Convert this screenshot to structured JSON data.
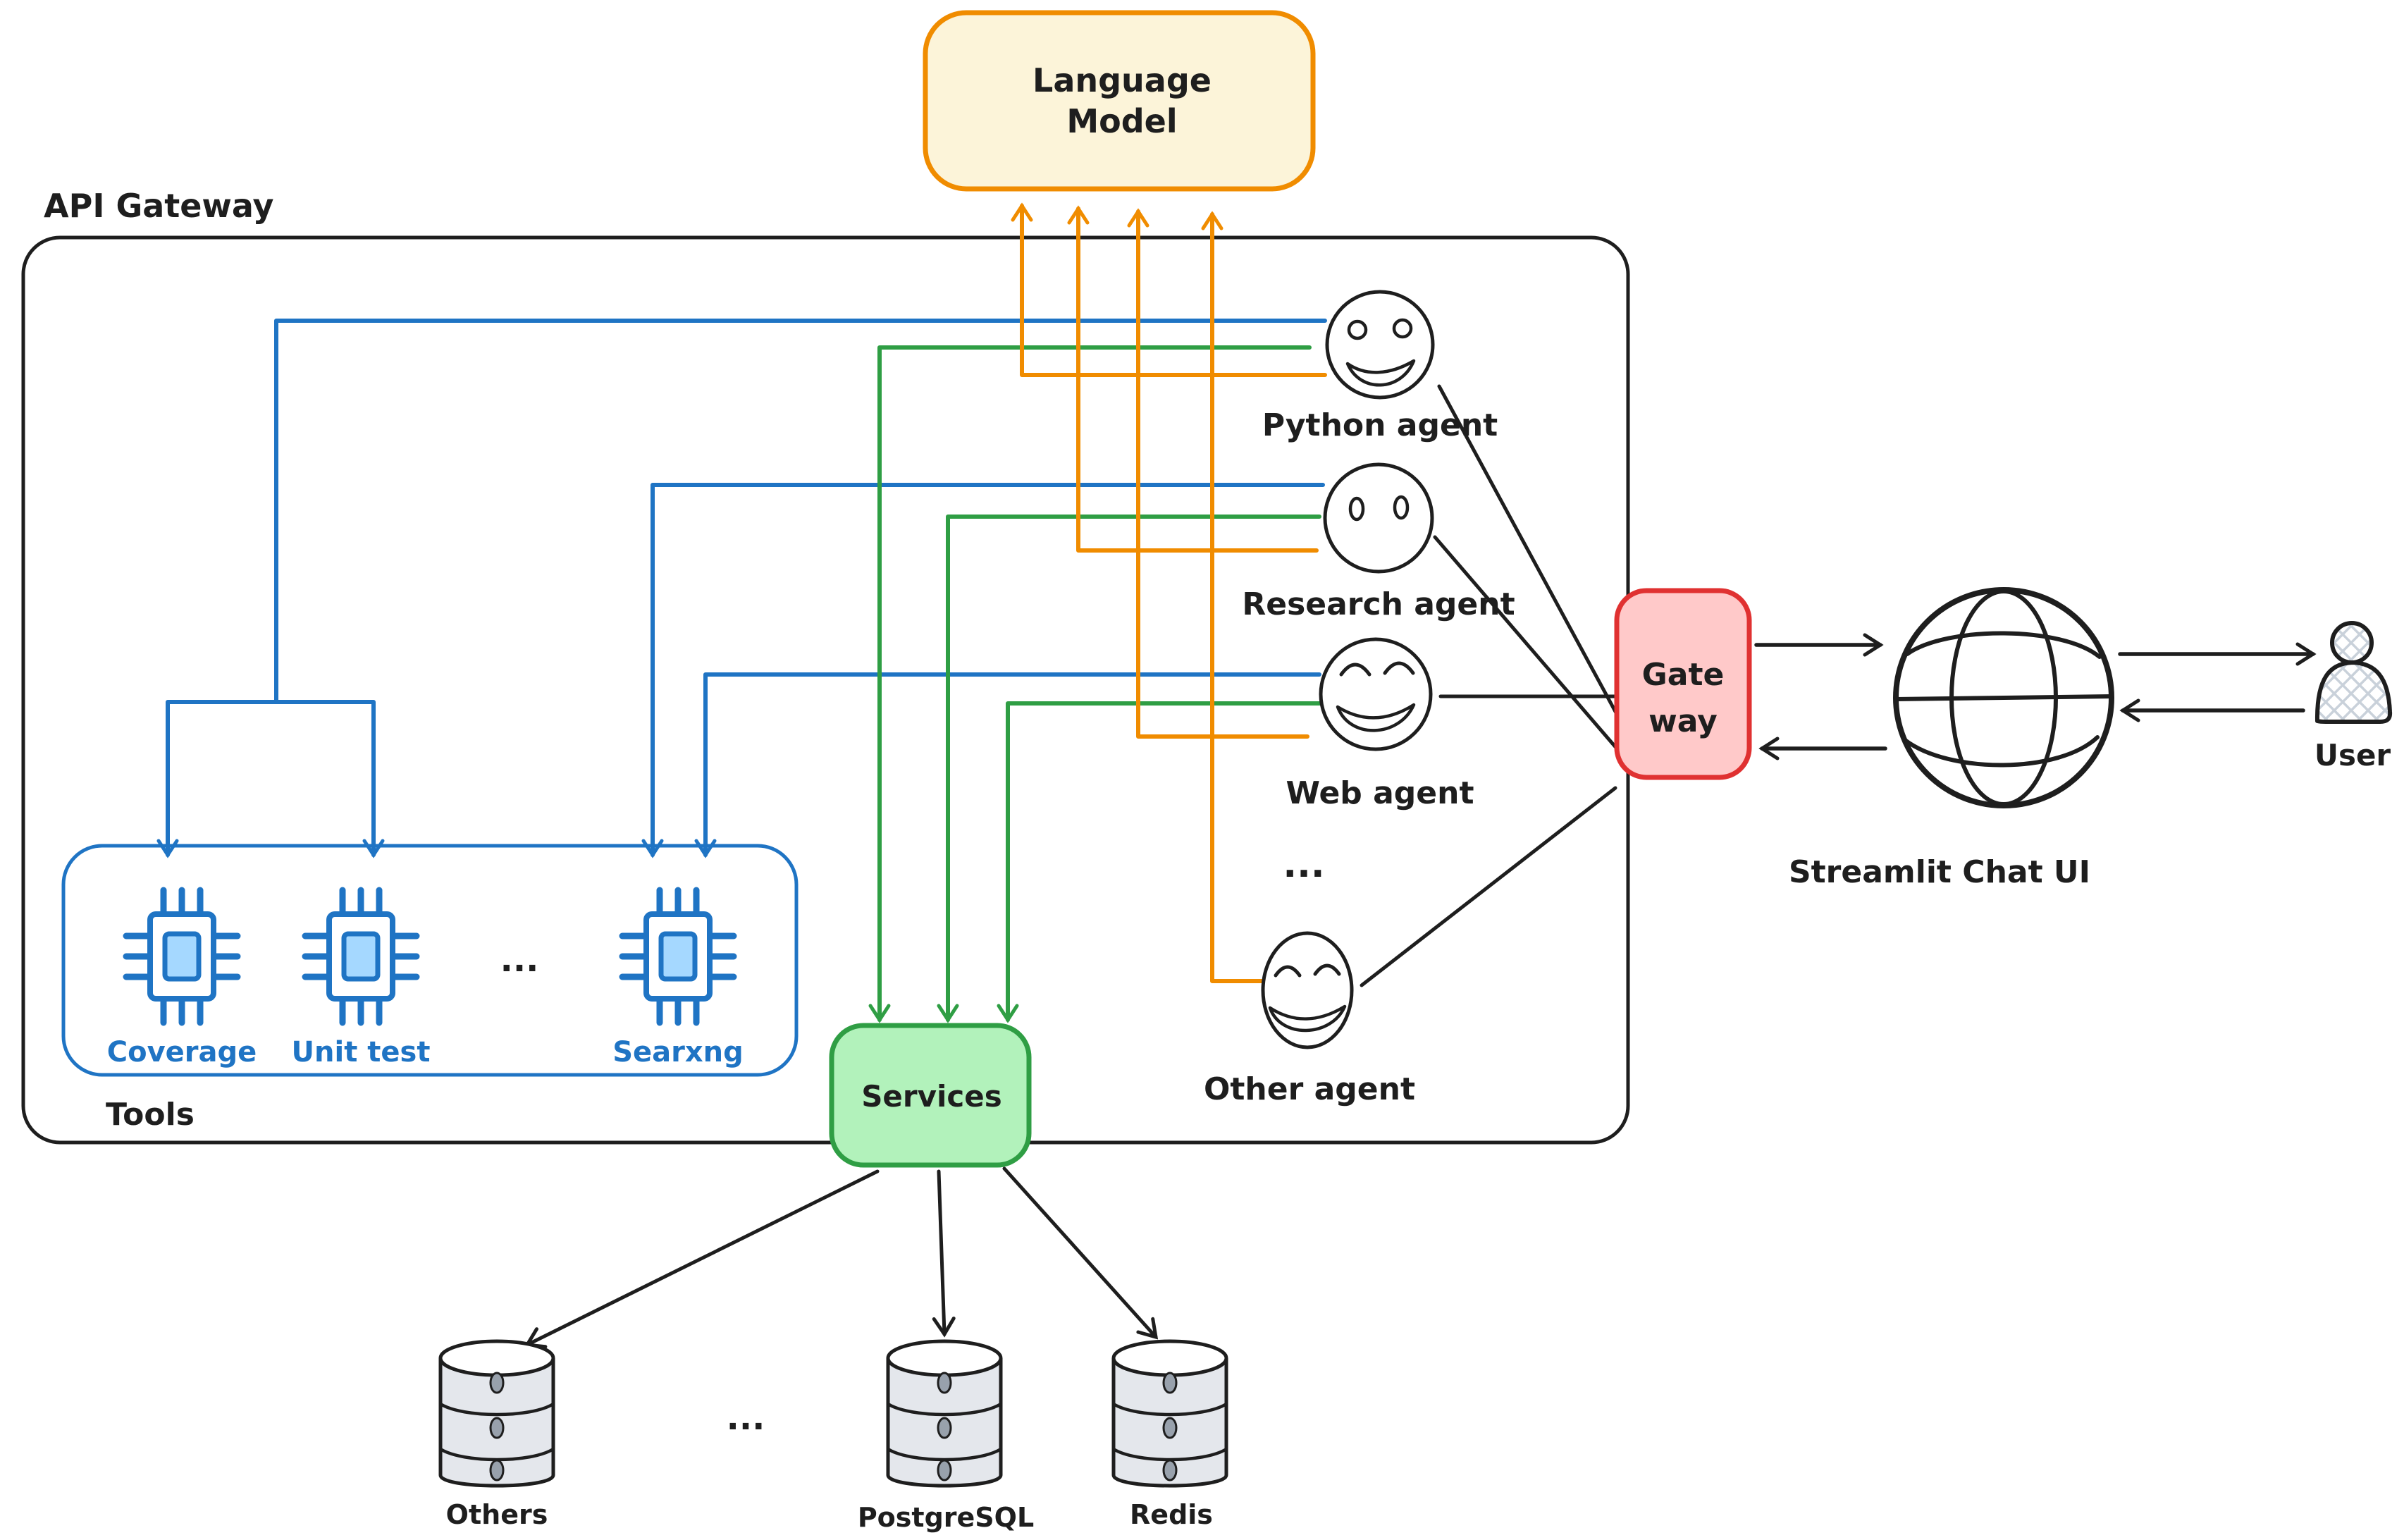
{
  "language_model": {
    "line1": "Language",
    "line2": "Model"
  },
  "api_gateway": {
    "label": "API Gateway"
  },
  "gateway": {
    "line1": "Gate",
    "line2": "way"
  },
  "agents": {
    "ellipsis": "...",
    "items": [
      {
        "label": "Python agent"
      },
      {
        "label": "Research agent"
      },
      {
        "label": "Web agent"
      },
      {
        "label": "Other agent"
      }
    ]
  },
  "tools": {
    "label": "Tools",
    "ellipsis": "...",
    "chips": [
      {
        "label": "Coverage"
      },
      {
        "label": "Unit test"
      },
      {
        "label": "Searxng"
      }
    ]
  },
  "services": {
    "label": "Services"
  },
  "streamlit": {
    "label": "Streamlit Chat UI"
  },
  "user": {
    "label": "User"
  },
  "databases": {
    "ellipsis": "...",
    "items": [
      {
        "label": "Others"
      },
      {
        "label": "PostgreSQL"
      },
      {
        "label": "Redis"
      }
    ]
  },
  "icons": {
    "agent": "smiley-face-icon",
    "tool": "chip-icon",
    "database": "database-cylinder-icon",
    "ui": "globe-icon",
    "user": "person-icon"
  },
  "colors": {
    "orange": "#f08c00",
    "yellow_fill": "#fcf4d9",
    "blue": "#1f74c4",
    "blue_fill": "#a5d8ff",
    "green": "#2f9e44",
    "green_fill": "#b2f2bb",
    "red": "#e03131",
    "red_fill": "#ffc9c9",
    "ink": "#1e1e1e",
    "db_fill": "#e4e7ec"
  }
}
